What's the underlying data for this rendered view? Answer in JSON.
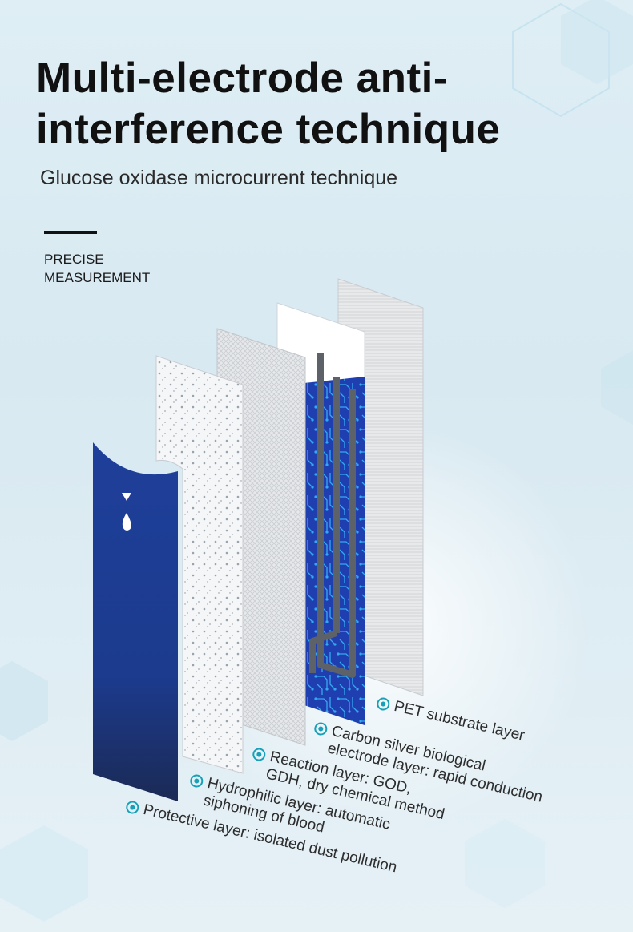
{
  "header": {
    "title_line1": "Multi-electrode anti-",
    "title_line2": "interference technique",
    "subtitle": "Glucose oxidase microcurrent technique",
    "tag_line1": "PRECISE",
    "tag_line2": "MEASUREMENT"
  },
  "layers": [
    {
      "line1": "PET substrate layer",
      "line2": ""
    },
    {
      "line1": "Carbon silver biological",
      "line2": "electrode layer: rapid conduction"
    },
    {
      "line1": "Reaction layer: GOD,",
      "line2": "GDH, dry chemical method"
    },
    {
      "line1": "Hydrophilic layer: automatic",
      "line2": "siphoning of blood"
    },
    {
      "line1": "Protective layer: isolated dust pollution",
      "line2": ""
    }
  ],
  "colors": {
    "accent": "#17a0b8",
    "protective_top": "#1e3f9a",
    "protective_bottom": "#1b2a55",
    "electrode_blue": "#1f3fb0"
  }
}
